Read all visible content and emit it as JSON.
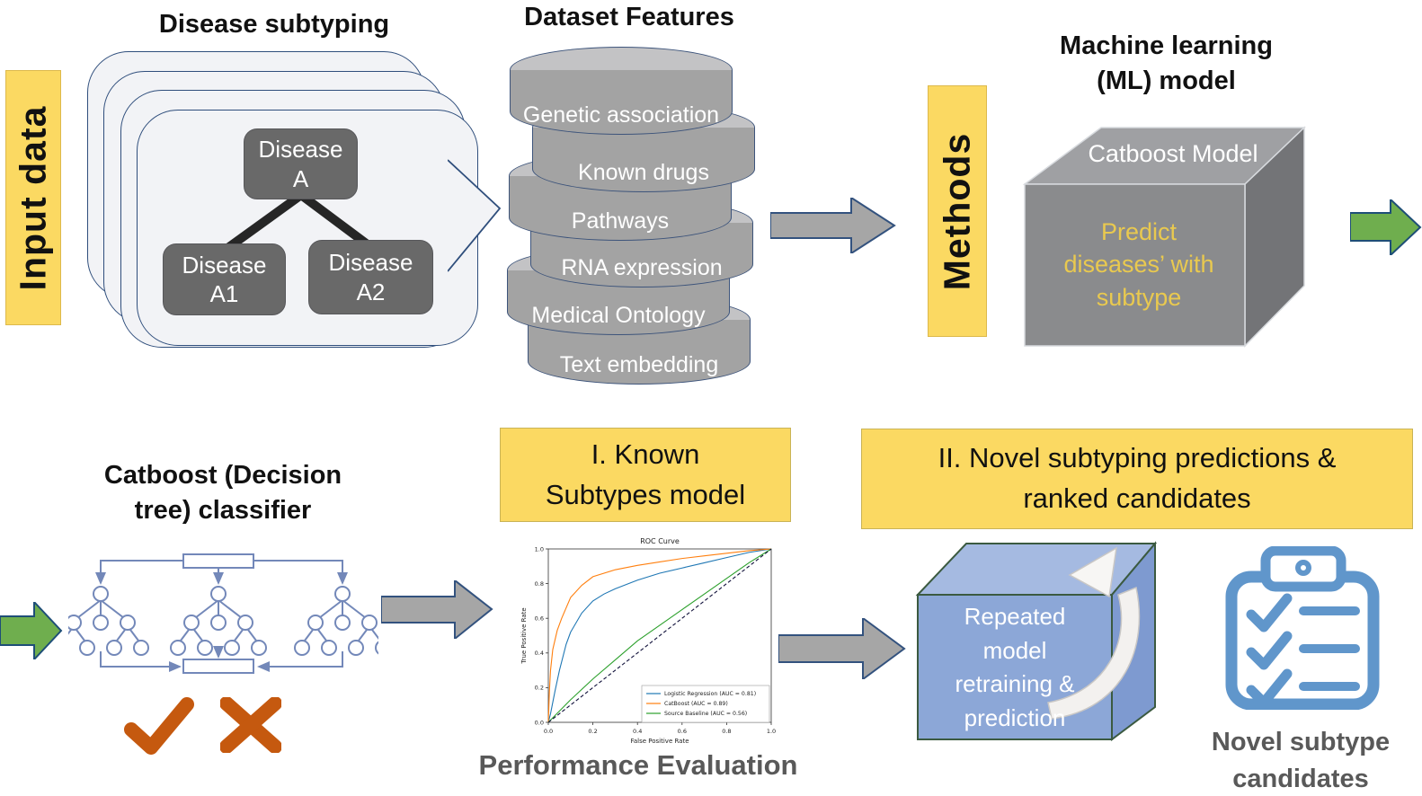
{
  "colors": {
    "yellow": "#FBD962",
    "navy": "#2F4E7C",
    "gray_arrow": "#A6A6A6",
    "green_arrow": "#6FAE4E",
    "orange_mark": "#C5590F",
    "tree_blue": "#7388B9",
    "clipboard_blue": "#6096CB",
    "dark_gray_text": "#595959"
  },
  "labels": {
    "input_data": "Input data",
    "methods": "Methods"
  },
  "disease_subtyping": {
    "title": "Disease subtyping",
    "root_label": "Disease\nA",
    "child1_label": "Disease\nA1",
    "child2_label": "Disease\nA2"
  },
  "dataset_features": {
    "title": "Dataset Features",
    "items": [
      "Genetic association",
      "Known drugs",
      "Pathways",
      "RNA expression",
      "Medical Ontology",
      "Text embedding"
    ]
  },
  "ml_model": {
    "title": "Machine learning\n(ML) model",
    "cube_top_label": "Catboost Model",
    "cube_front_label": "Predict\ndiseases’ with\nsubtype"
  },
  "classifier": {
    "title": "Catboost (Decision\ntree) classifier"
  },
  "known_subtypes": {
    "box_label": "I. Known\nSubtypes model",
    "caption": "Performance Evaluation"
  },
  "novel_predictions": {
    "box_label": "II. Novel subtyping predictions &\nranked candidates",
    "cube_label": "Repeated\nmodel\nretraining &\nprediction",
    "caption": "Novel subtype\ncandidates"
  },
  "chart_data": {
    "type": "line",
    "title": "ROC Curve",
    "xlabel": "False Positive Rate",
    "ylabel": "True Positive Rate",
    "xlim": [
      0,
      1
    ],
    "ylim": [
      0,
      1
    ],
    "xticks": [
      0.0,
      0.2,
      0.4,
      0.6,
      0.8,
      1.0
    ],
    "yticks": [
      0.0,
      0.2,
      0.4,
      0.6,
      0.8,
      1.0
    ],
    "grid": false,
    "legend_position": "lower right",
    "series": [
      {
        "name": "Logistic Regression (AUC = 0.81)",
        "auc": 0.81,
        "color": "#1f77b4",
        "dashed": false,
        "in_legend": true,
        "x": [
          0,
          0.01,
          0.03,
          0.05,
          0.08,
          0.1,
          0.15,
          0.2,
          0.25,
          0.3,
          0.4,
          0.5,
          0.6,
          0.7,
          0.8,
          0.9,
          1
        ],
        "y": [
          0,
          0.05,
          0.18,
          0.3,
          0.45,
          0.52,
          0.63,
          0.7,
          0.74,
          0.77,
          0.82,
          0.86,
          0.89,
          0.92,
          0.95,
          0.98,
          1
        ]
      },
      {
        "name": "CatBoost (AUC = 0.89)",
        "auc": 0.89,
        "color": "#ff7f0e",
        "dashed": false,
        "in_legend": true,
        "x": [
          0,
          0.005,
          0.01,
          0.02,
          0.04,
          0.06,
          0.1,
          0.15,
          0.2,
          0.3,
          0.4,
          0.5,
          0.6,
          0.7,
          0.8,
          0.9,
          1
        ],
        "y": [
          0,
          0.18,
          0.3,
          0.42,
          0.53,
          0.6,
          0.72,
          0.79,
          0.84,
          0.88,
          0.905,
          0.925,
          0.945,
          0.96,
          0.975,
          0.99,
          1
        ]
      },
      {
        "name": "Source Baseline (AUC = 0.56)",
        "auc": 0.56,
        "color": "#2ca02c",
        "dashed": false,
        "in_legend": true,
        "x": [
          0,
          0.1,
          0.2,
          0.3,
          0.4,
          0.5,
          0.6,
          0.7,
          0.8,
          0.9,
          1
        ],
        "y": [
          0,
          0.13,
          0.25,
          0.36,
          0.47,
          0.56,
          0.65,
          0.74,
          0.83,
          0.92,
          1
        ]
      },
      {
        "name": "Chance",
        "color": "#10103a",
        "dashed": true,
        "in_legend": false,
        "x": [
          0,
          1
        ],
        "y": [
          0,
          1
        ]
      }
    ]
  }
}
